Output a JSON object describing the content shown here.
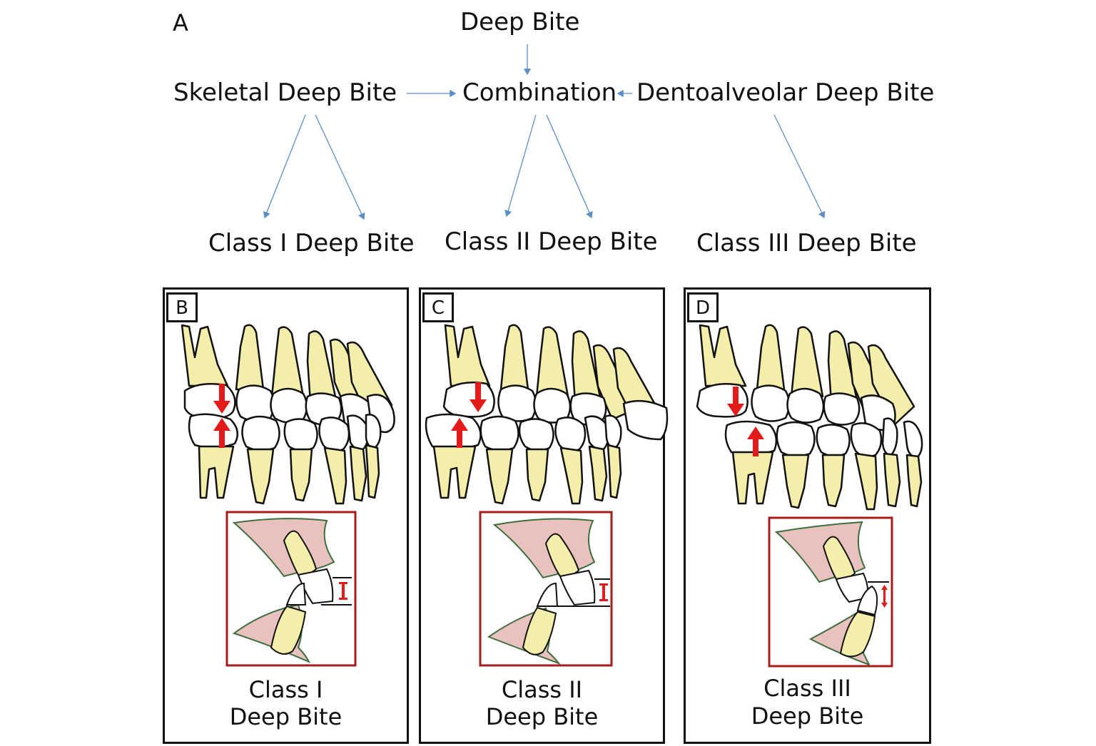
{
  "flowchart": {
    "panel_letter": "A",
    "root": "Deep Bite",
    "skeletal": "Skeletal Deep Bite",
    "combination": "Combination",
    "dentoalveolar": "Dentoalveolar Deep Bite",
    "class1": "Class I Deep Bite",
    "class2": "Class II Deep Bite",
    "class3": "Class III Deep Bite"
  },
  "panels": [
    {
      "letter": "B",
      "caption_line1": "Class I",
      "caption_line2": "Deep Bite"
    },
    {
      "letter": "C",
      "caption_line1": "Class II",
      "caption_line2": "Deep Bite"
    },
    {
      "letter": "D",
      "caption_line1": "Class III",
      "caption_line2": "Deep Bite"
    }
  ],
  "colors": {
    "arrow": "#5b8fc7",
    "tooth_root": "#f3efaa",
    "tooth_crown": "#ffffff",
    "occlusion_arrow": "#e31b1b",
    "inset_border": "#a61d1d",
    "gum": "#e9c2c0",
    "gum_outline": "#3c6f3c"
  }
}
